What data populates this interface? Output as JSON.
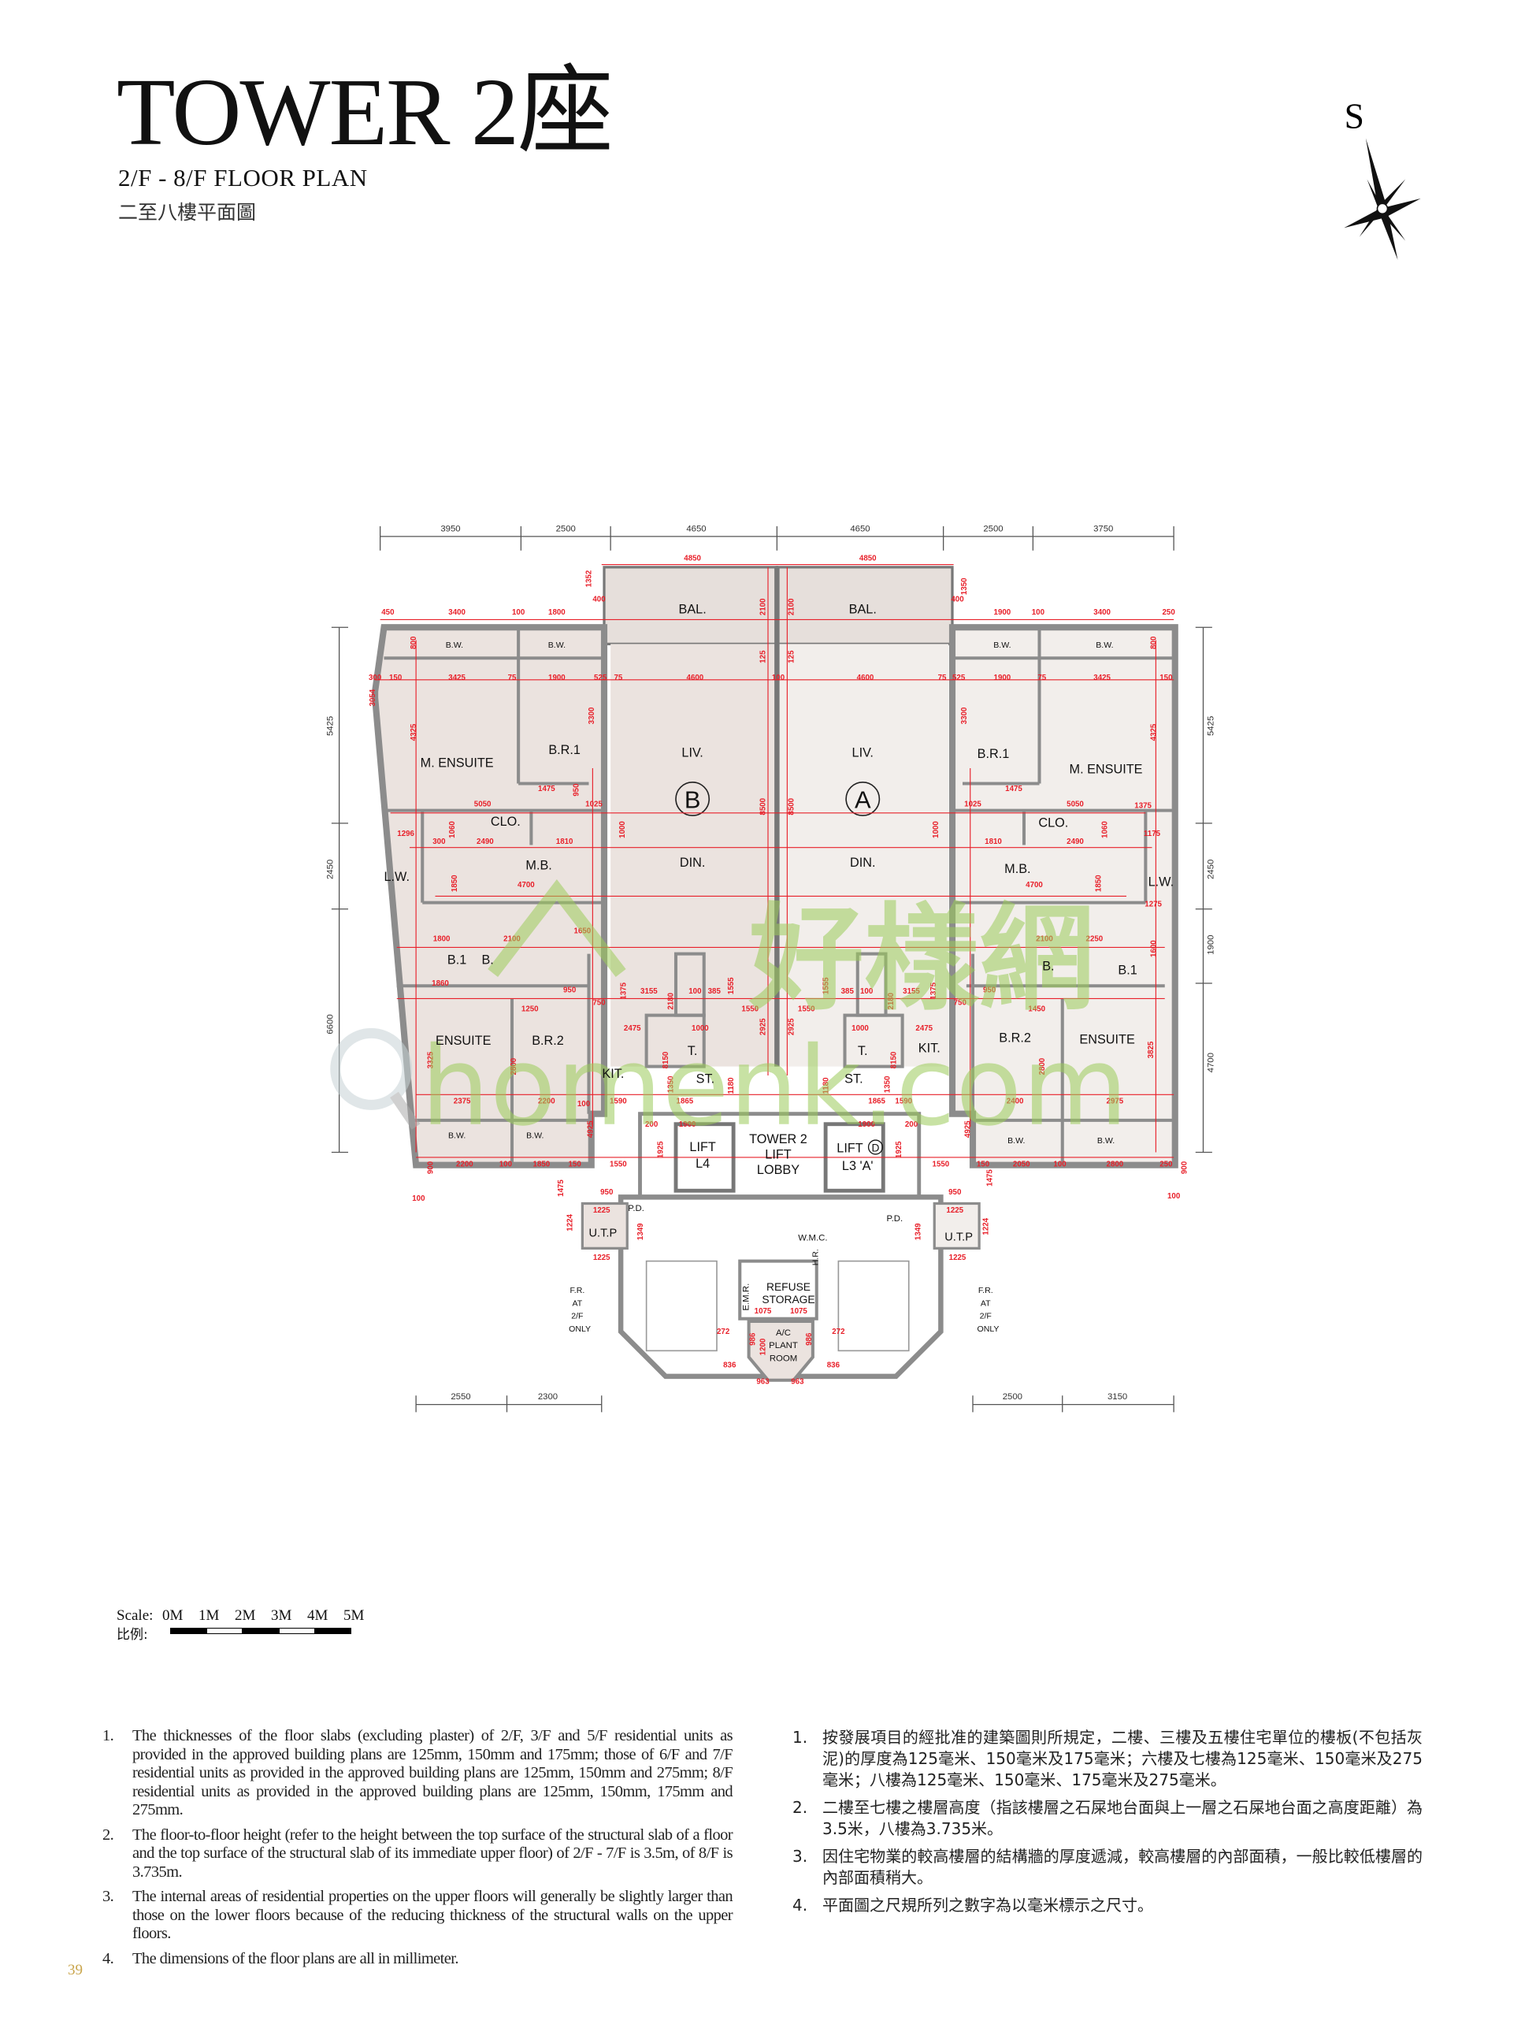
{
  "header": {
    "title": "TOWER 2座",
    "subtitle": "2/F - 8/F FLOOR PLAN",
    "subtitle_zh": "二至八樓平面圖"
  },
  "compass": {
    "label": "S"
  },
  "plan": {
    "rooms": [
      "BAL.",
      "BAL.",
      "LIV.",
      "LIV.",
      "B",
      "A",
      "DIN.",
      "DIN.",
      "B.W.",
      "B.W.",
      "B.W.",
      "B.W.",
      "M. ENSUITE",
      "M. ENSUITE",
      "B.R.1",
      "B.R.1",
      "CLO.",
      "CLO.",
      "M.B.",
      "M.B.",
      "L.W.",
      "L.W.",
      "B.1",
      "B.",
      "B.",
      "B.1",
      "ENSUITE",
      "ENSUITE",
      "B.R.2",
      "B.R.2",
      "KIT.",
      "KIT.",
      "T.",
      "T.",
      "ST.",
      "ST.",
      "B.W.",
      "B.W.",
      "B.W.",
      "B.W.",
      "LIFT",
      "L4",
      "TOWER 2",
      "LIFT",
      "LOBBY",
      "LIFT",
      "D",
      "L3 'A'",
      "U.T.P",
      "U.T.P",
      "P.D.",
      "P.D.",
      "W.M.C.",
      "REFUSE",
      "STORAGE",
      "E.M.R.",
      "A/C",
      "PLANT",
      "ROOM",
      "F.R.",
      "AT",
      "2/F",
      "ONLY",
      "F.R.",
      "AT",
      "2/F",
      "ONLY",
      "H.R."
    ],
    "overall_dims_top": [
      "3950",
      "2500",
      "4650",
      "4650",
      "2500",
      "3750"
    ],
    "overall_dims_left": [
      "5425",
      "2450",
      "6600"
    ],
    "overall_dims_right": [
      "5425",
      "2450",
      "1900",
      "4700"
    ],
    "overall_dims_bottom": [
      "2550",
      "2300",
      "2500",
      "3150"
    ],
    "red_dims": [
      "4850",
      "4850",
      "1352",
      "1350",
      "400",
      "400",
      "450",
      "3400",
      "100",
      "1800",
      "1900",
      "100",
      "3400",
      "250",
      "800",
      "800",
      "300",
      "150",
      "3425",
      "75",
      "1900",
      "525",
      "75",
      "4600",
      "100",
      "4600",
      "75",
      "525",
      "1900",
      "75",
      "3425",
      "150",
      "3054",
      "4325",
      "4325",
      "3300",
      "3300",
      "8500",
      "8500",
      "2100",
      "2100",
      "125",
      "125",
      "1475",
      "1475",
      "950",
      "1025",
      "1025",
      "5050",
      "5050",
      "1375",
      "1296",
      "300",
      "2490",
      "2490",
      "1060",
      "1060",
      "1810",
      "1810",
      "1000",
      "1000",
      "1175",
      "4700",
      "4700",
      "1850",
      "1850",
      "1275",
      "1800",
      "2100",
      "1650",
      "2100",
      "2250",
      "1600",
      "1860",
      "950",
      "950",
      "1375",
      "1375",
      "3155",
      "3155",
      "100",
      "100",
      "385",
      "385",
      "2180",
      "2180",
      "1555",
      "1555",
      "750",
      "750",
      "1550",
      "1550",
      "2925",
      "2925",
      "1250",
      "1450",
      "2475",
      "2475",
      "1000",
      "1000",
      "3325",
      "2800",
      "2800",
      "3825",
      "2375",
      "2200",
      "100",
      "1590",
      "1865",
      "1865",
      "1590",
      "2400",
      "2975",
      "4925",
      "4925",
      "8150",
      "8150",
      "1350",
      "1350",
      "1180",
      "1180",
      "1900",
      "1900",
      "1925",
      "1925",
      "200",
      "200",
      "2200",
      "100",
      "1850",
      "150",
      "1550",
      "150",
      "1550",
      "2050",
      "100",
      "2800",
      "250",
      "900",
      "900",
      "100",
      "100",
      "1475",
      "1475",
      "950",
      "950",
      "1225",
      "1225",
      "1225",
      "1225",
      "1224",
      "1224",
      "1349",
      "1349",
      "1075",
      "1075",
      "986",
      "986",
      "1200",
      "272",
      "272",
      "963",
      "963",
      "836",
      "836"
    ]
  },
  "scale": {
    "label": "Scale:",
    "label_zh": "比例:",
    "ticks": [
      "0M",
      "1M",
      "2M",
      "3M",
      "4M",
      "5M"
    ]
  },
  "notes_en": [
    {
      "num": "1.",
      "text": "The thicknesses of the floor slabs (excluding plaster) of 2/F, 3/F and 5/F residential units as provided in the approved building plans are 125mm, 150mm and 175mm; those of 6/F and 7/F residential units as provided in the approved building plans are 125mm, 150mm and 275mm; 8/F residential units as provided in the approved building plans are 125mm, 150mm, 175mm and 275mm."
    },
    {
      "num": "2.",
      "text": "The floor-to-floor height (refer to the height between the top surface of the structural slab of a floor and the top surface of the structural slab of its immediate upper floor) of 2/F - 7/F is 3.5m, of 8/F is 3.735m."
    },
    {
      "num": "3.",
      "text": "The internal areas of residential properties on the upper floors will generally be slightly larger than those on the lower floors because of the reducing thickness of the structural walls on the upper floors."
    },
    {
      "num": "4.",
      "text": "The dimensions of the floor plans are all in millimeter."
    }
  ],
  "notes_zh": [
    {
      "num": "1.",
      "text": "按發展項目的經批准的建築圖則所規定，二樓、三樓及五樓住宅單位的樓板(不包括灰泥)的厚度為125毫米、150毫米及175毫米；六樓及七樓為125毫米、150毫米及275毫米；八樓為125毫米、150毫米、175毫米及275毫米。"
    },
    {
      "num": "2.",
      "text": "二樓至七樓之樓層高度（指該樓層之石屎地台面與上一層之石屎地台面之高度距離）為3.5米，八樓為3.735米。"
    },
    {
      "num": "3.",
      "text": "因住宅物業的較高樓層的結構牆的厚度遞減，較高樓層的內部面積，一般比較低樓層的內部面積稍大。"
    },
    {
      "num": "4.",
      "text": "平面圖之尺規所列之數字為以毫米標示之尺寸。"
    }
  ],
  "page_number": "39",
  "watermark": {
    "text_zh": "好樣網",
    "text_en": "homenk.com"
  },
  "colors": {
    "wall": "#8c8c8c",
    "room": "#ede6e2",
    "dimension": "#e8202a",
    "watermark": "#9ccc5a",
    "page_number": "#c9a54c"
  }
}
